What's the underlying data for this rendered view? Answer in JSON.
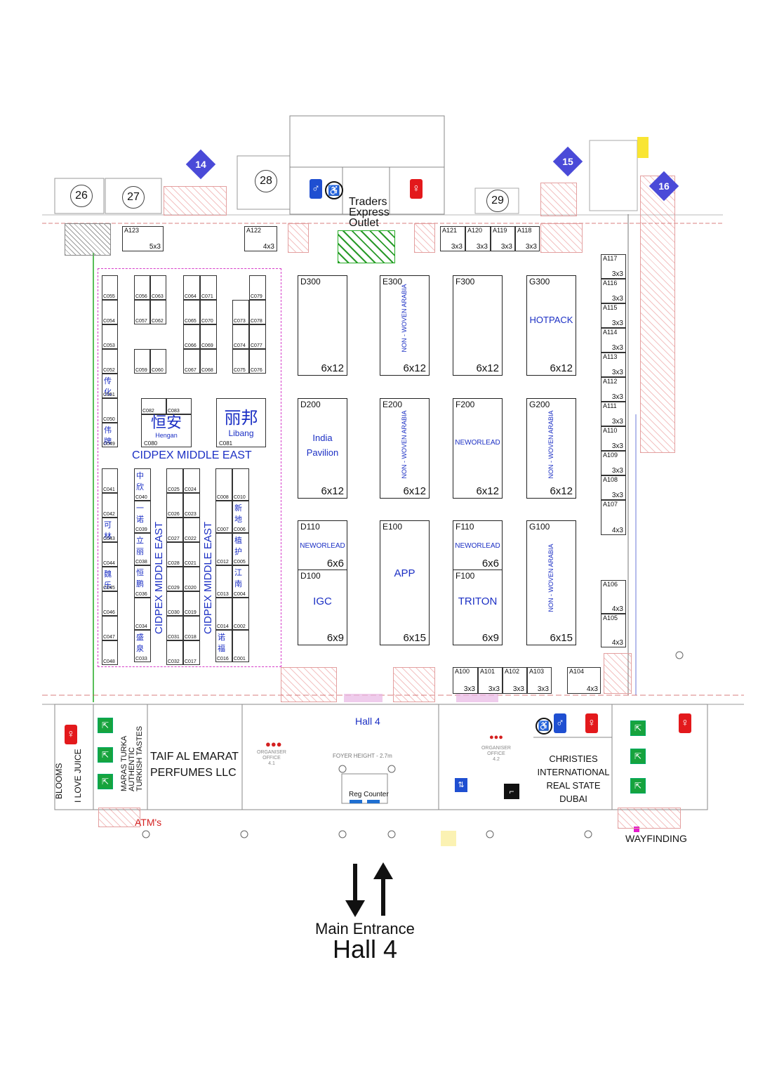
{
  "halls": [
    "26",
    "27",
    "28",
    "29"
  ],
  "gates": [
    "14",
    "15",
    "16"
  ],
  "traders": [
    "Traders",
    "Express",
    "Outlet"
  ],
  "small_top": [
    {
      "id": "A123",
      "size": "5x3"
    },
    {
      "id": "A122",
      "size": "4x3"
    },
    {
      "id": "A121",
      "size": "3x3"
    },
    {
      "id": "A120",
      "size": "3x3"
    },
    {
      "id": "A119",
      "size": "3x3"
    },
    {
      "id": "A118",
      "size": "3x3"
    }
  ],
  "small_right": [
    {
      "id": "A117",
      "size": "3x3"
    },
    {
      "id": "A116",
      "size": "3x3"
    },
    {
      "id": "A115",
      "size": "3x3"
    },
    {
      "id": "A114",
      "size": "3x3"
    },
    {
      "id": "A113",
      "size": "3x3"
    },
    {
      "id": "A112",
      "size": "3x3"
    },
    {
      "id": "A111",
      "size": "3x3"
    },
    {
      "id": "A110",
      "size": "3x3"
    },
    {
      "id": "A109",
      "size": "3x3"
    },
    {
      "id": "A108",
      "size": "3x3"
    },
    {
      "id": "A107",
      "size": "4x3"
    },
    {
      "id": "A106",
      "size": "4x3"
    },
    {
      "id": "A105",
      "size": "4x3"
    }
  ],
  "small_bottom": [
    {
      "id": "A100",
      "size": "3x3"
    },
    {
      "id": "A101",
      "size": "3x3"
    },
    {
      "id": "A102",
      "size": "3x3"
    },
    {
      "id": "A103",
      "size": "3x3"
    },
    {
      "id": "A104",
      "size": "4x3"
    }
  ],
  "booths": {
    "D300": {
      "id": "D300",
      "size": "6x12"
    },
    "E300": {
      "id": "E300",
      "size": "6x12",
      "name": "NON - WOVEN ARABIA"
    },
    "F300": {
      "id": "F300",
      "size": "6x12"
    },
    "G300": {
      "id": "G300",
      "size": "6x12",
      "name": "HOTPACK"
    },
    "D200": {
      "id": "D200",
      "size": "6x12",
      "name1": "India",
      "name2": "Pavilion"
    },
    "E200": {
      "id": "E200",
      "size": "6x12",
      "name": "NON - WOVEN ARABIA"
    },
    "F200": {
      "id": "F200",
      "size": "6x12",
      "name": "NEWORLEAD"
    },
    "G200": {
      "id": "G200",
      "size": "6x12",
      "name": "NON - WOVEN ARABIA"
    },
    "D110": {
      "id": "D110",
      "size": "6x6",
      "name": "NEWORLEAD"
    },
    "D100": {
      "id": "D100",
      "size": "6x9",
      "name": "IGC"
    },
    "E100": {
      "id": "E100",
      "size": "6x15",
      "name": "APP"
    },
    "F110": {
      "id": "F110",
      "size": "6x6",
      "name": "NEWORLEAD"
    },
    "F100": {
      "id": "F100",
      "size": "6x9",
      "name": "TRITON"
    },
    "G100": {
      "id": "G100",
      "size": "6x15",
      "name": "NON - WOVEN ARABIA"
    }
  },
  "cidpex": {
    "title": "CIDPEX MIDDLE EAST",
    "vertical1": "CIDPEX MIDDLE EAST",
    "vertical2": "CIDPEX MIDDLE EAST",
    "hengan_cn": "恒安",
    "hengan": "Hengan",
    "hengan_id": "C080",
    "libang_cn": "丽邦",
    "libang": "Libang",
    "libang_id": "C081",
    "col1_top": [
      "C055",
      "C054",
      "C053",
      "C052",
      "C051",
      "C050",
      "C049"
    ],
    "col1_top_cn": [
      "",
      "",
      "",
      "",
      "传化",
      "",
      "伟牌"
    ],
    "col1_bot": [
      "C041",
      "C042",
      "C043",
      "C044",
      "C045",
      "C046",
      "C047",
      "C048"
    ],
    "col1_bot_cn": [
      "",
      "",
      "可林",
      "",
      "魏乐",
      "",
      "",
      ""
    ],
    "grid1": [
      "C056",
      "C063",
      "C057",
      "C062",
      "C059",
      "C060"
    ],
    "grid2": [
      "C064",
      "C071",
      "C065",
      "C070",
      "C066",
      "C069",
      "C067",
      "C068"
    ],
    "grid3": [
      "C079",
      "C073",
      "C078",
      "C074",
      "C077",
      "C075",
      "C076"
    ],
    "mid1": [
      "C082",
      "C083"
    ],
    "colb1": [
      "C040",
      "C039",
      "C038",
      "C036",
      "C034",
      "C033"
    ],
    "colb1_cn": [
      "中欣",
      "一诺",
      "立丽",
      "恒鹏",
      "",
      "盛泉"
    ],
    "colb2": [
      "C025",
      "C024",
      "C026",
      "C023",
      "C027",
      "C022",
      "C028",
      "C021",
      "C029",
      "C020",
      "C030",
      "C019",
      "C031",
      "C018",
      "C032",
      "C017"
    ],
    "colb3": [
      "C008",
      "C010",
      "C007",
      "C006",
      "C012",
      "C005",
      "C013",
      "C004",
      "C014",
      "C002",
      "C016",
      "C001"
    ],
    "colb3_cn": [
      "",
      "",
      "",
      "新地",
      "",
      "植护",
      "",
      "江南",
      "",
      "",
      "诺福",
      ""
    ]
  },
  "lower": {
    "hall4": "Hall  4",
    "foyer": "FOYER  HEIGHT  -  2.7m",
    "reg": "Reg Counter",
    "taif": [
      "TAIF AL EMARAT",
      "PERFUMES LLC"
    ],
    "maras": [
      "MARAS TURKA",
      "AUTHENTIC",
      "TURKISH TASTES"
    ],
    "blooms": "BLOOMS",
    "ilove": "I LOVE JUICE",
    "atm": "ATM's",
    "christies": [
      "CHRISTIES",
      "INTERNATIONAL",
      "REAL STATE",
      "DUBAI"
    ],
    "wayfinding": "WAYFINDING",
    "organiser": [
      "ORGANISER",
      "OFFICE",
      "4.1"
    ],
    "organiser2": [
      "ORGANISER",
      "OFFICE",
      "4.2"
    ]
  },
  "entrance": {
    "line1": "Main Entrance",
    "line2": "Hall 4"
  },
  "colors": {
    "accent": "#1b2fc4",
    "gate": "#4a4ad8",
    "exit": "#17a33d",
    "wc_red": "#e3191c",
    "wc_blue": "#1f4fd1",
    "cidpex_border": "#d63cc9",
    "hatch": "#e3a0a0"
  }
}
